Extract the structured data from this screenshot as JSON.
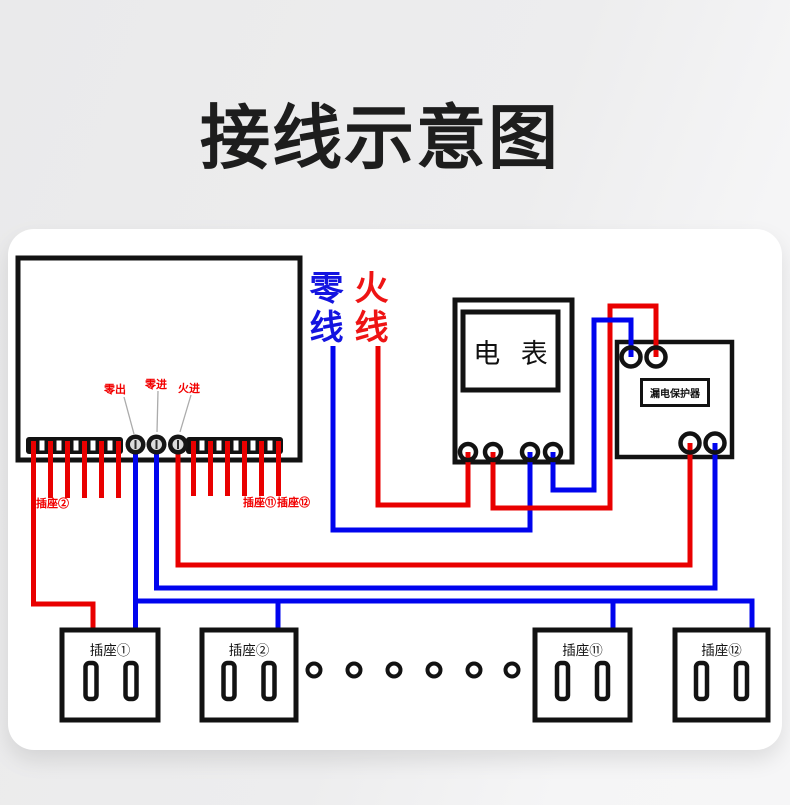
{
  "title": "接线示意图",
  "colors": {
    "page_bg": "#ececed",
    "panel_bg": "#ffffff",
    "line_black": "#121212",
    "wire_live": "#e90000",
    "wire_neutral": "#0004ee",
    "label_red": "#f20000",
    "neutral_text": "#1414e0",
    "live_text": "#ee1414",
    "leader_gray": "#ababab",
    "title_color": "#1d1d1d"
  },
  "supply": {
    "neutral": "零线",
    "live": "火线"
  },
  "control_box": {
    "terminals": [
      {
        "label": "零出"
      },
      {
        "label": "零进"
      },
      {
        "label": "火进"
      }
    ],
    "stub_label_left": "插座②",
    "stub_label_right1": "插座⑪",
    "stub_label_right2": "插座⑫"
  },
  "meter": {
    "label": "电 表"
  },
  "protector": {
    "label": "漏电保护器"
  },
  "sockets": [
    {
      "label": "插座①"
    },
    {
      "label": "插座②"
    },
    {
      "label": "插座⑪"
    },
    {
      "label": "插座⑫"
    }
  ],
  "ellipsis_dot_count": 6
}
